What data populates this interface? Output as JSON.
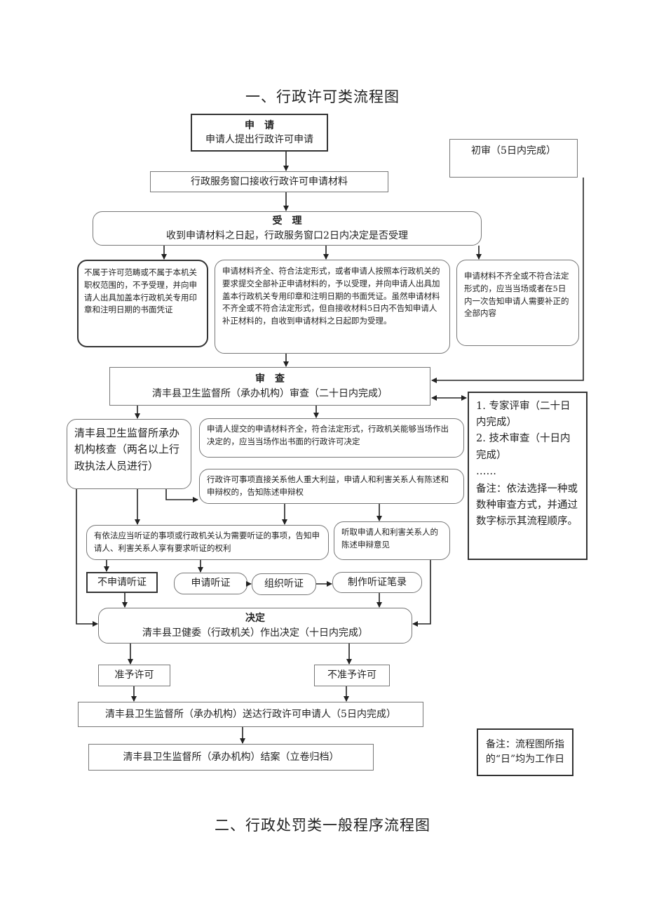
{
  "title1": "一、行政许可类流程图",
  "title2": "二、行政处罚类一般程序流程图",
  "apply": {
    "heading": "申　请",
    "text": "申请人提出行政许可申请"
  },
  "receive": "行政服务窗口接收行政许可申请材料",
  "first_review": "初审（5日内完成）",
  "accept": {
    "heading": "受　理",
    "text": "收到申请材料之日起，行政服务窗口2日内决定是否受理"
  },
  "not_accept": "不属于许可范畴或不属于本机关职权范围的，不予受理，并向申请人出具加盖本行政机关专用印章和注明日期的书面凭证",
  "accepted": "申请材料齐全、符合法定形式，或者申请人按照本行政机关的要求提交全部补正申请材料的，予以受理，并向申请人出具加盖本行政机关专用印章和注明日期的书面凭证。虽然申请材料不齐全或不符合法定形式，但自接收材料5日内不告知申请人补正材料的，自收到申请材料之日起即为受理。",
  "incomplete": "申请材料不齐全或不符合法定形式的，应当当场或者在5日内一次告知申请人需要补正的全部内容",
  "review": {
    "heading": "审　查",
    "text": "清丰县卫生监督所（承办机构）审查（二十日内完成）"
  },
  "review_methods": {
    "items": [
      "1. 专家评审（二十日内完成）",
      "2. 技术审查（十日内完成）",
      "……"
    ],
    "note": "备注：依法选择一种或数种审查方式，并通过数字标示其流程顺序。"
  },
  "verify": "清丰县卫生监督所承办机构核查（两名以上行政执法人员进行）",
  "onsite": "申请人提交的申请材料齐全，符合法定形式，行政机关能够当场作出决定的，应当当场作出书面的行政许可决定",
  "interest": "行政许可事项直接关系他人重大利益，申请人和利害关系人有陈述和申辩权的，告知陈述申辩权",
  "hearing_notice": "有依法应当听证的事项或行政机关认为需要听证的事项，告知申请人、利害关系人享有要求听证的权利",
  "listen": "听取申请人和利害关系人的陈述申辩意见",
  "no_hearing": "不申请听证",
  "apply_hearing": "申请听证",
  "organize_hearing": "组织听证",
  "hearing_record": "制作听证笔录",
  "decision": {
    "heading": "决定",
    "text": "清丰县卫健委（行政机关）作出决定（十日内完成）"
  },
  "grant": "准予许可",
  "deny": "不准予许可",
  "deliver": "清丰县卫生监督所（承办机构）送达行政许可申请人（5日内完成）",
  "archive": "清丰县卫生监督所（承办机构）结案（立卷归档）",
  "footnote": "备注：流程图所指的“日”均为工作日"
}
